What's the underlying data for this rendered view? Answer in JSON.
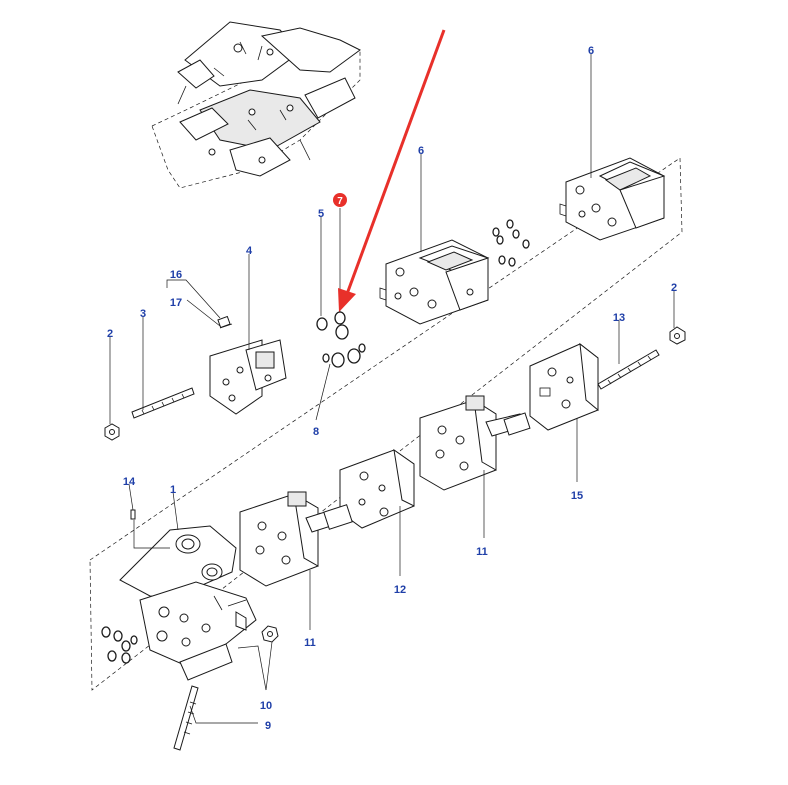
{
  "diagram": {
    "callouts": [
      {
        "id": "c6a",
        "label": "6"
      },
      {
        "id": "c6b",
        "label": "6"
      },
      {
        "id": "c5",
        "label": "5"
      },
      {
        "id": "c7",
        "label": "7",
        "highlighted": true
      },
      {
        "id": "c4",
        "label": "4"
      },
      {
        "id": "c16",
        "label": "16"
      },
      {
        "id": "c17",
        "label": "17"
      },
      {
        "id": "c3",
        "label": "3"
      },
      {
        "id": "c2a",
        "label": "2"
      },
      {
        "id": "c2b",
        "label": "2"
      },
      {
        "id": "c13",
        "label": "13"
      },
      {
        "id": "c8",
        "label": "8"
      },
      {
        "id": "c14",
        "label": "14"
      },
      {
        "id": "c1",
        "label": "1"
      },
      {
        "id": "c15",
        "label": "15"
      },
      {
        "id": "c11a",
        "label": "11"
      },
      {
        "id": "c11b",
        "label": "11"
      },
      {
        "id": "c12",
        "label": "12"
      },
      {
        "id": "c10",
        "label": "10"
      },
      {
        "id": "c9",
        "label": "9"
      }
    ],
    "colors": {
      "callout_text": "#1f3fa8",
      "highlight_badge": "#e8302a",
      "pointer_arrow": "#e8302a",
      "line_art": "#1a1a1a"
    }
  }
}
